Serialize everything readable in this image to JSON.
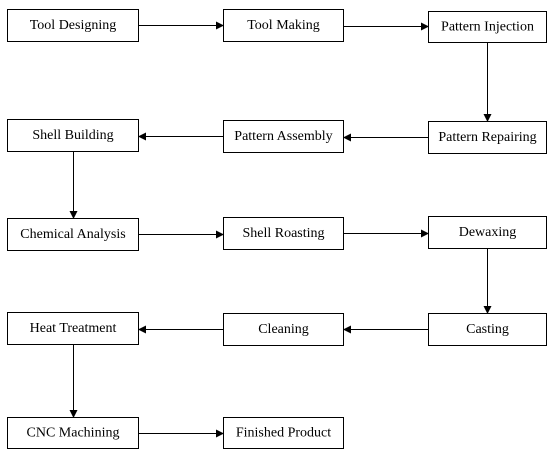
{
  "colors": {
    "stroke": "#000000",
    "node_fill": "#ffffff",
    "text": "#000000"
  },
  "nodes": [
    {
      "id": "tool-designing",
      "label": "Tool Designing"
    },
    {
      "id": "tool-making",
      "label": "Tool Making"
    },
    {
      "id": "pattern-injection",
      "label": "Pattern Injection"
    },
    {
      "id": "pattern-repairing",
      "label": "Pattern Repairing"
    },
    {
      "id": "pattern-assembly",
      "label": "Pattern Assembly"
    },
    {
      "id": "shell-building",
      "label": "Shell Building"
    },
    {
      "id": "chemical-analysis",
      "label": "Chemical Analysis"
    },
    {
      "id": "shell-roasting",
      "label": "Shell Roasting"
    },
    {
      "id": "dewaxing",
      "label": "Dewaxing"
    },
    {
      "id": "casting",
      "label": "Casting"
    },
    {
      "id": "cleaning",
      "label": "Cleaning"
    },
    {
      "id": "heat-treatment",
      "label": "Heat Treatment"
    },
    {
      "id": "cnc-machining",
      "label": "CNC Machining"
    },
    {
      "id": "finished-product",
      "label": "Finished Product"
    }
  ],
  "edges": [
    {
      "from": "tool-designing",
      "to": "tool-making"
    },
    {
      "from": "tool-making",
      "to": "pattern-injection"
    },
    {
      "from": "pattern-injection",
      "to": "pattern-repairing"
    },
    {
      "from": "pattern-repairing",
      "to": "pattern-assembly"
    },
    {
      "from": "pattern-assembly",
      "to": "shell-building"
    },
    {
      "from": "shell-building",
      "to": "chemical-analysis"
    },
    {
      "from": "chemical-analysis",
      "to": "shell-roasting"
    },
    {
      "from": "shell-roasting",
      "to": "dewaxing"
    },
    {
      "from": "dewaxing",
      "to": "casting"
    },
    {
      "from": "casting",
      "to": "cleaning"
    },
    {
      "from": "cleaning",
      "to": "heat-treatment"
    },
    {
      "from": "heat-treatment",
      "to": "cnc-machining"
    },
    {
      "from": "cnc-machining",
      "to": "finished-product"
    }
  ]
}
